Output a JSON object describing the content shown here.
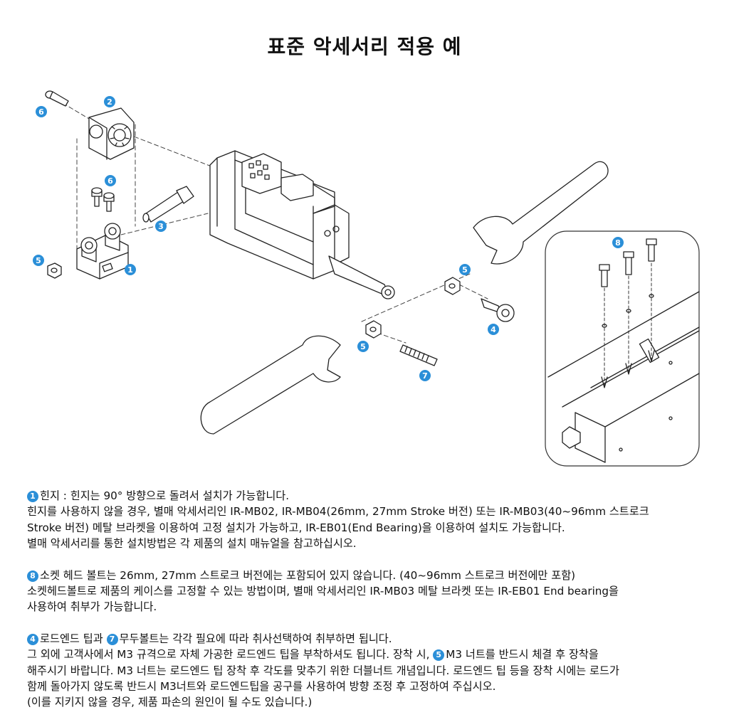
{
  "title": "표준 악세서리 적용 예",
  "accent_color": "#2b8fd8",
  "callouts": [
    "6",
    "2",
    "6",
    "3",
    "5",
    "1",
    "5",
    "4",
    "5",
    "7",
    "8"
  ],
  "notes": {
    "hinge": {
      "badge": "1",
      "line1": "힌지 : 힌지는 90° 방향으로 돌려서 설치가 가능합니다.",
      "line2": "힌지를 사용하지 않을 경우, 별매 악세서리인 IR-MB02, IR-MB04(26mm, 27mm Stroke 버전) 또는 IR-MB03(40~96mm 스트로크",
      "line3": "Stroke 버전)  메탈 브라켓을 이용하여 고정 설치가 가능하고, IR-EB01(End Bearing)을 이용하여 설치도 가능합니다.",
      "line4": "별매 악세서리를 통한 설치방법은 각 제품의 설치 매뉴얼을 참고하십시오."
    },
    "socket": {
      "badge": "8",
      "line1": "소켓 헤드 볼트는 26mm, 27mm 스트로크 버전에는 포함되어 있지 않습니다. (40~96mm 스트로크 버전에만 포함)",
      "line2": "소켓헤드볼트로 제품의 케이스를 고정할 수 있는 방법이며, 별매 악세서리인 IR-MB03 메탈 브라켓 또는 IR-EB01 End bearing을",
      "line3": "사용하여 취부가 가능합니다."
    },
    "rodend": {
      "badge_a": "4",
      "text_a": "로드엔드 팁과 ",
      "badge_b": "7",
      "text_b": "무두볼트는 각각 필요에 따라 취사선택하여 취부하면 됩니다.",
      "line2_a": "그 외에 고객사에서 M3 규격으로 자체 가공한 로드엔드 팁을 부착하셔도 됩니다. 장착 시, ",
      "badge_c": "5",
      "line2_b": "M3 너트를 반드시 체결 후 장착을",
      "line3": "해주시기 바랍니다. M3 너트는 로드엔드 팁 장착 후 각도를 맞추기 위한 더블너트 개념입니다. 로드엔드 팁 등을 장착 시에는 로드가",
      "line4": "함께 돌아가지 않도록 반드시 M3너트와 로드엔드팁을 공구를 사용하여 방향 조정 후 고정하여 주십시오.",
      "line5": "(이를 지키지 않을 경우, 제품 파손의 원인이 될 수도 있습니다.)"
    }
  }
}
